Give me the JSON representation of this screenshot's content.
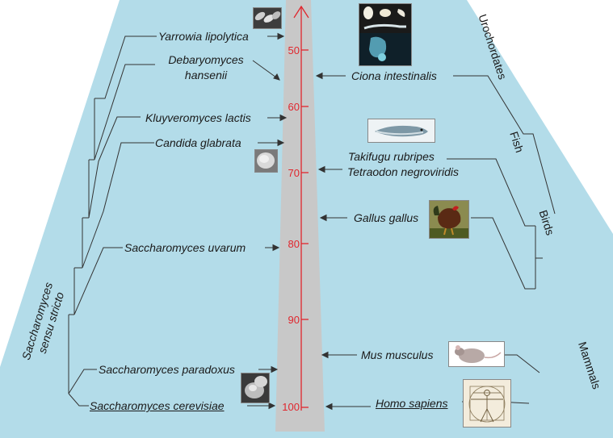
{
  "scale": {
    "ticks": [
      "50",
      "60",
      "70",
      "80",
      "90",
      "100"
    ]
  },
  "fungi": {
    "yarrowia": "Yarrowia lipolytica",
    "debaryomyces_1": "Debaryomyces",
    "debaryomyces_2": "hansenii",
    "kluyveromyces": "Kluyveromyces lactis",
    "candida": "Candida glabrata",
    "uvarum": "Saccharomyces uvarum",
    "paradoxus": "Saccharomyces paradoxus",
    "cerevisiae": "Saccharomyces cerevisiae",
    "group_line1": "Saccharomyces",
    "group_line2": "sensu stricto"
  },
  "animals": {
    "ciona": "Ciona intestinalis",
    "takifugu": "Takifugu rubripes",
    "tetraodon": "Tetraodon negroviridis",
    "gallus": "Gallus gallus",
    "mus": "Mus musculus",
    "homo": "Homo sapiens"
  },
  "groups": {
    "urochordates": "Urochordates",
    "fish": "Fish",
    "birds": "Birds",
    "mammals": "Mammals"
  },
  "colors": {
    "background": "#b3dce9",
    "scale_bar": "#c8c8c8",
    "accent": "#e0262d",
    "lines": "#333333"
  }
}
